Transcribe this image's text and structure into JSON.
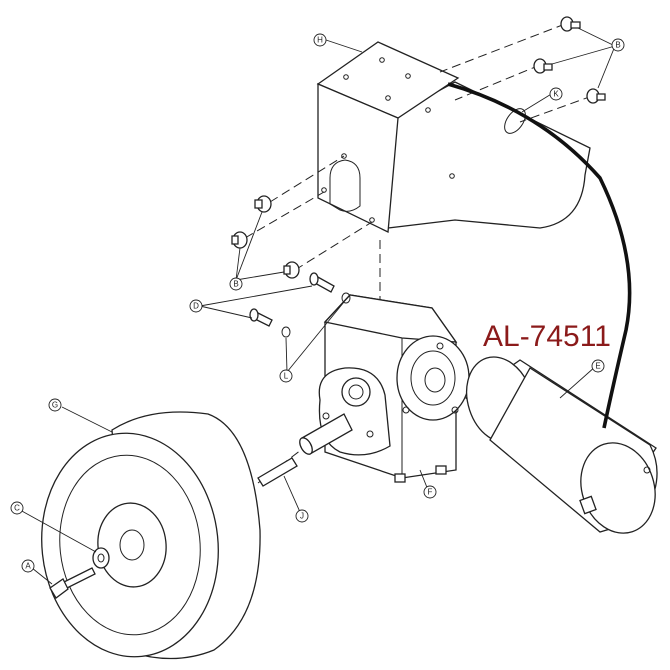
{
  "diagram": {
    "part_code": "AL-74511",
    "part_code_color": "#8b1a1a",
    "line_color": "#222222",
    "callouts": [
      {
        "id": "A",
        "label": "A"
      },
      {
        "id": "B1",
        "label": "B"
      },
      {
        "id": "B2",
        "label": "B"
      },
      {
        "id": "C",
        "label": "C"
      },
      {
        "id": "D",
        "label": "D"
      },
      {
        "id": "E",
        "label": "E"
      },
      {
        "id": "F",
        "label": "F"
      },
      {
        "id": "G",
        "label": "G"
      },
      {
        "id": "H",
        "label": "H"
      },
      {
        "id": "J",
        "label": "J"
      },
      {
        "id": "K",
        "label": "K"
      },
      {
        "id": "L",
        "label": "L"
      }
    ]
  }
}
